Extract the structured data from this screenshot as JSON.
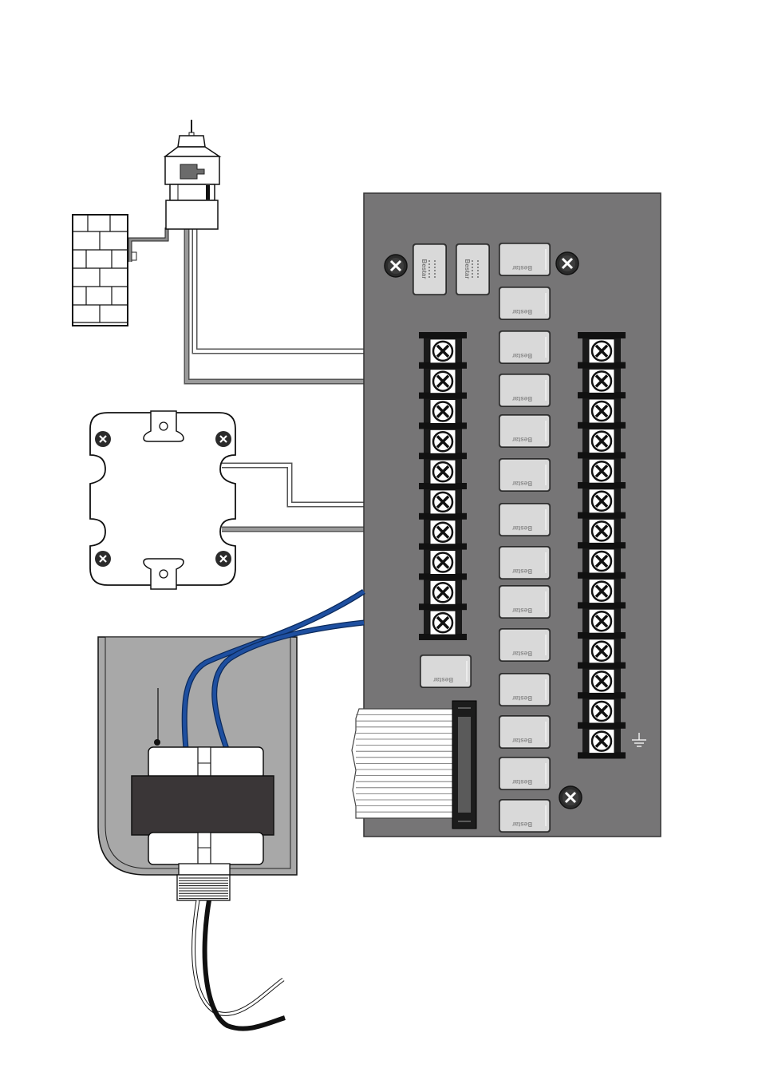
{
  "diagram": {
    "colors": {
      "board": "#767576",
      "board_stroke": "#333333",
      "relay_body": "#d9d9d9",
      "terminal_black": "#1a1a1a",
      "wire_blue": "#1e4fa0",
      "wire_gray": "#8c8c8c",
      "enclosure": "#a8a8a8",
      "transformer_core": "#3a3637"
    },
    "relay_brand": "Bestar",
    "vertical_relays": [
      {
        "brand": "Bestar"
      },
      {
        "brand": "Bestar"
      }
    ],
    "small_relays_count": 15,
    "left_terminal_count": 10,
    "right_terminal_count": 14,
    "ground_symbol": "ground-icon"
  }
}
